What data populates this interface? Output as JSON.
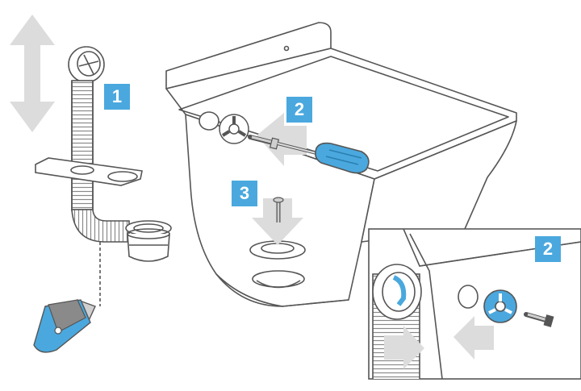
{
  "steps": {
    "step1": "1",
    "step2": "2",
    "step3": "3",
    "inset_step": "2"
  },
  "colors": {
    "accent_blue": "#4aa8de",
    "outline": "#555555",
    "arrow_gray": "#d9d9d9"
  },
  "icons": [
    "up-down-arrow-icon",
    "left-arrow-icon",
    "down-arrow-icon",
    "right-arrow-icon",
    "screwdriver-icon",
    "screw-icon",
    "utility-knife-icon"
  ]
}
